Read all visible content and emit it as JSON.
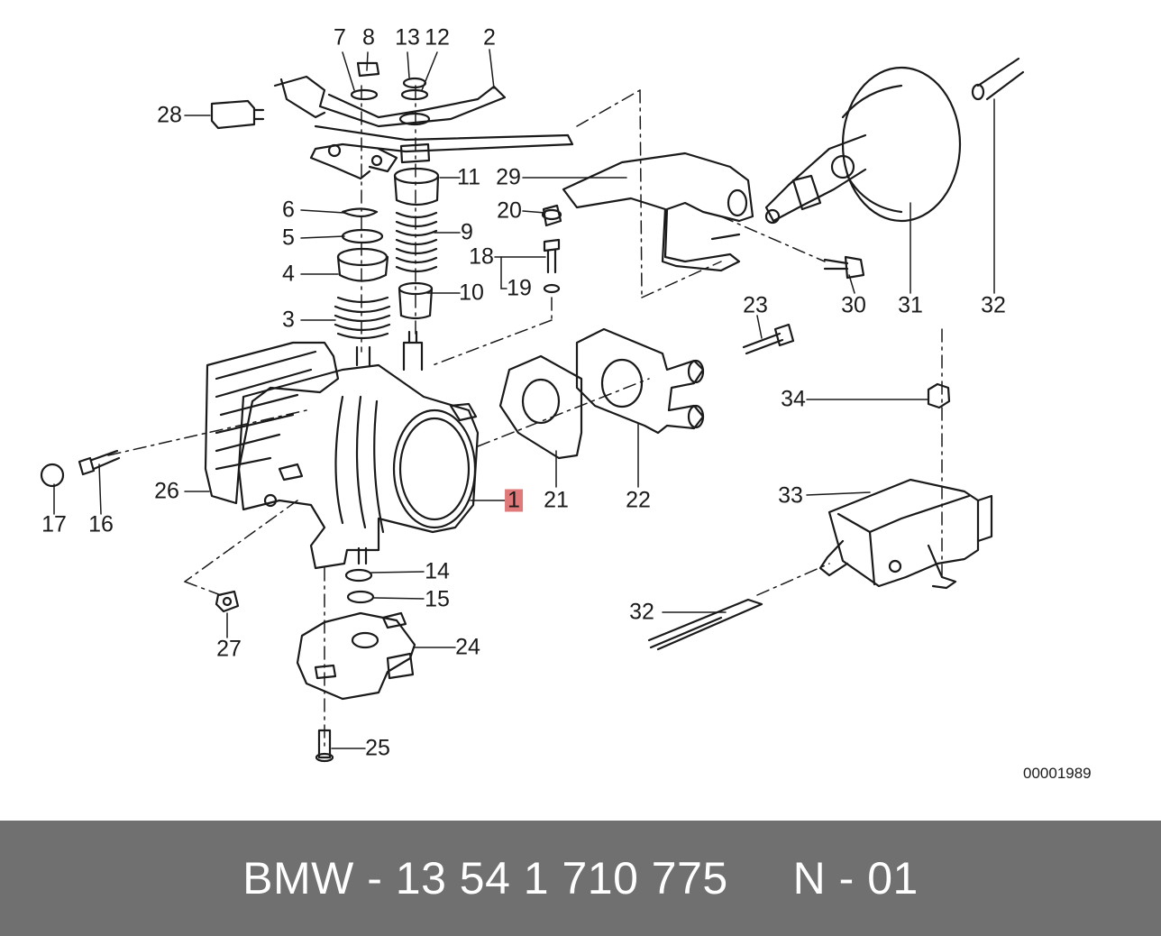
{
  "diagram": {
    "callouts": [
      {
        "id": "c7",
        "label": "7"
      },
      {
        "id": "c8",
        "label": "8"
      },
      {
        "id": "c13",
        "label": "13"
      },
      {
        "id": "c12",
        "label": "12"
      },
      {
        "id": "c2",
        "label": "2"
      },
      {
        "id": "c28",
        "label": "28"
      },
      {
        "id": "c11",
        "label": "11"
      },
      {
        "id": "c29",
        "label": "29"
      },
      {
        "id": "c6",
        "label": "6"
      },
      {
        "id": "c20",
        "label": "20"
      },
      {
        "id": "c5",
        "label": "5"
      },
      {
        "id": "c9",
        "label": "9"
      },
      {
        "id": "c18",
        "label": "18"
      },
      {
        "id": "c4",
        "label": "4"
      },
      {
        "id": "c19",
        "label": "19"
      },
      {
        "id": "c10",
        "label": "10"
      },
      {
        "id": "c3",
        "label": "3"
      },
      {
        "id": "c30",
        "label": "30"
      },
      {
        "id": "c31",
        "label": "31"
      },
      {
        "id": "c32a",
        "label": "32"
      },
      {
        "id": "c23",
        "label": "23"
      },
      {
        "id": "c34",
        "label": "34"
      },
      {
        "id": "c26",
        "label": "26"
      },
      {
        "id": "c1",
        "label": "1",
        "highlight": true
      },
      {
        "id": "c21",
        "label": "21"
      },
      {
        "id": "c22",
        "label": "22"
      },
      {
        "id": "c33",
        "label": "33"
      },
      {
        "id": "c17",
        "label": "17"
      },
      {
        "id": "c16",
        "label": "16"
      },
      {
        "id": "c14",
        "label": "14"
      },
      {
        "id": "c15",
        "label": "15"
      },
      {
        "id": "c32b",
        "label": "32"
      },
      {
        "id": "c27",
        "label": "27"
      },
      {
        "id": "c24",
        "label": "24"
      },
      {
        "id": "c25",
        "label": "25"
      }
    ],
    "drawing_number": "00001989",
    "highlight_color": "#e07a7a"
  },
  "footer": {
    "text": "BMW - 13 54 1 710 775     N - 01",
    "background": "#707070"
  }
}
